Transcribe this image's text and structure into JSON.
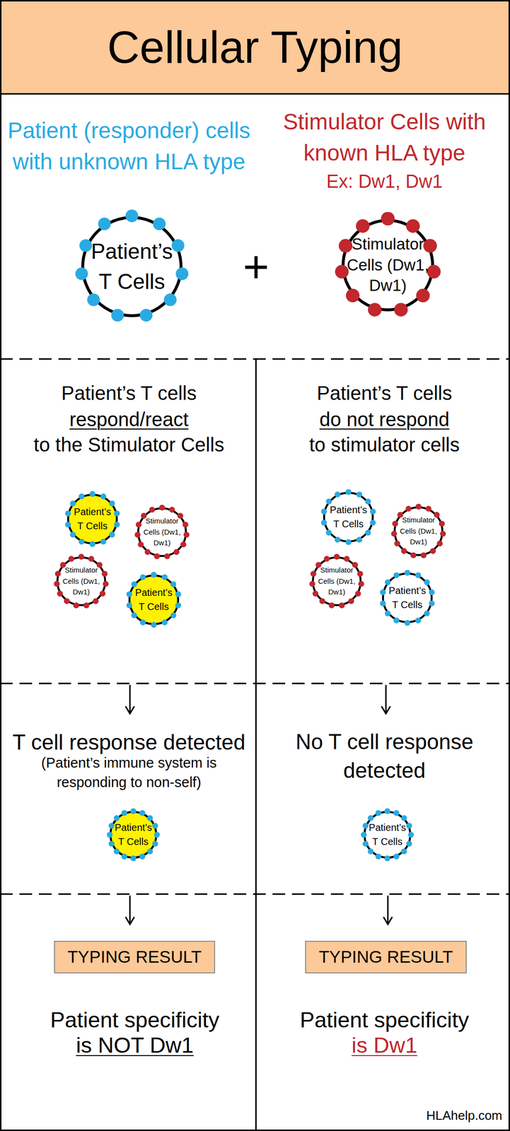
{
  "diagram": {
    "title": "Cellular Typing",
    "nodes": [
      {
        "text": [
          "Patient’s T Cells"
        ]
      },
      {
        "text": [
          "Stimulator Cells (Dw1, Dw1)"
        ]
      },
      {
        "text": [
          "Patient’s T Cells"
        ]
      },
      {
        "text": [
          "Stimulator Cells (Dw1, Dw1)"
        ]
      },
      {
        "text": [
          "Stimulator Cells (Dw1, Dw1)"
        ]
      },
      {
        "text": [
          "Patient’s T Cells"
        ]
      },
      {
        "text": [
          "Patient’s T Cells"
        ]
      },
      {
        "text": [
          "Stimulator Cells (Dw1, Dw1)"
        ]
      },
      {
        "text": [
          "Stimulator Cells (Dw1, Dw1)"
        ]
      },
      {
        "text": [
          "Patient’s T Cells"
        ]
      },
      {
        "text": [
          "Patient’s T Cells"
        ]
      },
      {
        "text": [
          "Patient’s T Cells"
        ]
      },
      {
        "text": [
          "TYPING RESULT"
        ]
      },
      {
        "text": [
          "TYPING RESULT"
        ]
      }
    ],
    "labels": [
      "Patient (responder) cells with unknown HLA type",
      "+",
      "Stimulator Cells with known HLA type",
      "Ex: Dw1, Dw1",
      "Patient’s T cells",
      "respond/react",
      "to the Stimulator Cells",
      "Patient’s T cells",
      "do not respond",
      "to stimulator cells",
      "T cell response detected",
      "(Patient’s immune system is responding to non-self)",
      "No T cell response detected",
      "Patient specificity",
      "is NOT Dw1",
      "Patient specificity",
      "is Dw1",
      "HLAhelp.com"
    ]
  }
}
